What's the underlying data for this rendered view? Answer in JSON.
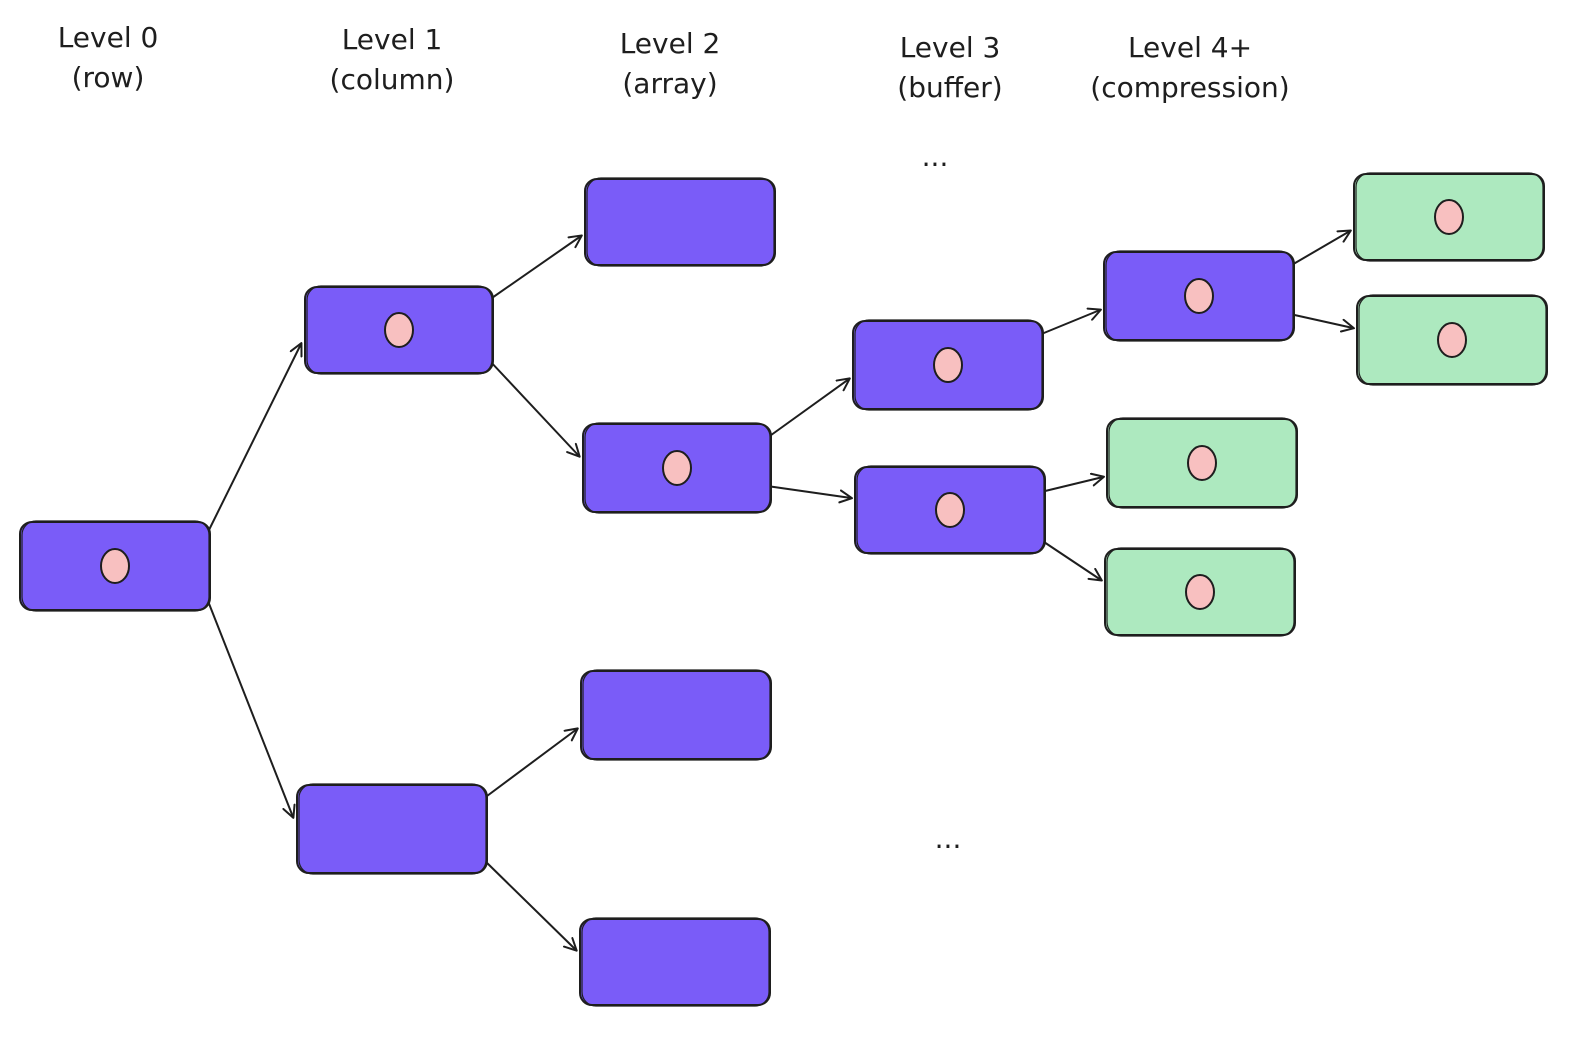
{
  "levels": [
    {
      "name": "Level 0",
      "sub": "(row)"
    },
    {
      "name": "Level 1",
      "sub": "(column)"
    },
    {
      "name": "Level 2",
      "sub": "(array)"
    },
    {
      "name": "Level 3",
      "sub": "(buffer)"
    },
    {
      "name": "Level 4+",
      "sub": "(compression)"
    }
  ],
  "ellipsis": {
    "top": "...",
    "bottom": "..."
  },
  "colors": {
    "node_purple": "#7a5cf8",
    "node_green": "#ade9bf",
    "dot_pink": "#f8c0c0",
    "stroke": "#1e1e1e"
  },
  "nodes": [
    {
      "id": "n0",
      "level": 0,
      "color": "purple",
      "dot": true
    },
    {
      "id": "n1a",
      "level": 1,
      "color": "purple",
      "dot": true
    },
    {
      "id": "n1b",
      "level": 1,
      "color": "purple",
      "dot": false
    },
    {
      "id": "n2a",
      "level": 2,
      "color": "purple",
      "dot": false
    },
    {
      "id": "n2b",
      "level": 2,
      "color": "purple",
      "dot": true
    },
    {
      "id": "n2c",
      "level": 2,
      "color": "purple",
      "dot": false
    },
    {
      "id": "n2d",
      "level": 2,
      "color": "purple",
      "dot": false
    },
    {
      "id": "n3a",
      "level": 3,
      "color": "purple",
      "dot": true
    },
    {
      "id": "n3b",
      "level": 3,
      "color": "purple",
      "dot": true
    },
    {
      "id": "n4a",
      "level": 4,
      "color": "purple",
      "dot": true
    },
    {
      "id": "n4b",
      "level": 4,
      "color": "green",
      "dot": true
    },
    {
      "id": "n4c",
      "level": 4,
      "color": "green",
      "dot": true
    },
    {
      "id": "n5a",
      "level": 5,
      "color": "green",
      "dot": true
    },
    {
      "id": "n5b",
      "level": 5,
      "color": "green",
      "dot": true
    }
  ],
  "edges": [
    {
      "from": "n0",
      "to": "n1a"
    },
    {
      "from": "n0",
      "to": "n1b"
    },
    {
      "from": "n1a",
      "to": "n2a"
    },
    {
      "from": "n1a",
      "to": "n2b"
    },
    {
      "from": "n1b",
      "to": "n2c"
    },
    {
      "from": "n1b",
      "to": "n2d"
    },
    {
      "from": "n2b",
      "to": "n3a"
    },
    {
      "from": "n2b",
      "to": "n3b"
    },
    {
      "from": "n3a",
      "to": "n4a"
    },
    {
      "from": "n3b",
      "to": "n4b"
    },
    {
      "from": "n3b",
      "to": "n4c"
    },
    {
      "from": "n4a",
      "to": "n5a"
    },
    {
      "from": "n4a",
      "to": "n5b"
    }
  ]
}
